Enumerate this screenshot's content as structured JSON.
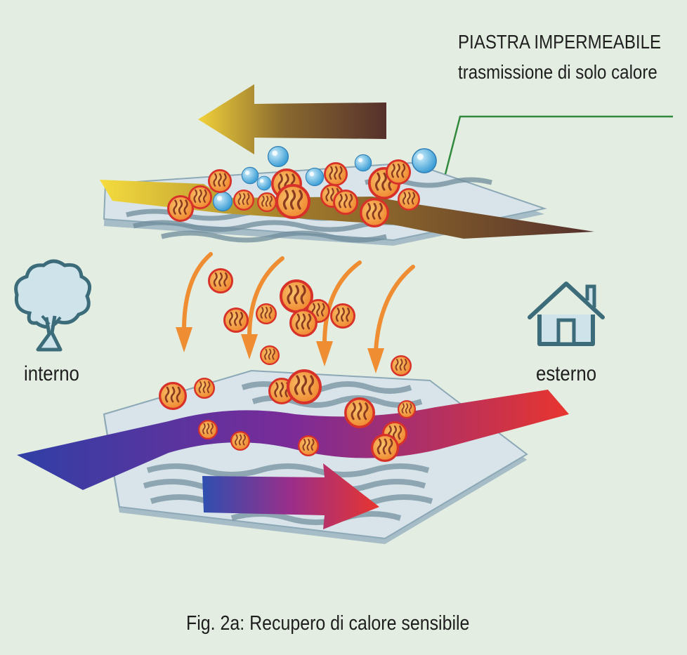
{
  "labels": {
    "plate_title": "PIASTRA IMPERMEABILE",
    "plate_desc": "trasmissione di solo calore",
    "inside": "interno",
    "outside": "esterno",
    "caption": "Fig. 2a: Recupero di calore sensibile"
  },
  "icons": {
    "inside": "tree-icon",
    "outside": "house-icon",
    "heat": "heat-particle-icon",
    "water": "water-droplet-icon"
  },
  "colors": {
    "background": "#e3ede1",
    "leader_line": "#2f8a3c",
    "hot": "#e8352e",
    "cold": "#2f3fa6",
    "warm_yellow": "#f2d23a",
    "brown": "#55302c",
    "particle": "#f39a3c",
    "droplet": "#5db7e3",
    "arrow_orange": "#ef8d33",
    "icon_stroke": "#3c6b7a",
    "icon_fill": "#cfe3ea"
  }
}
